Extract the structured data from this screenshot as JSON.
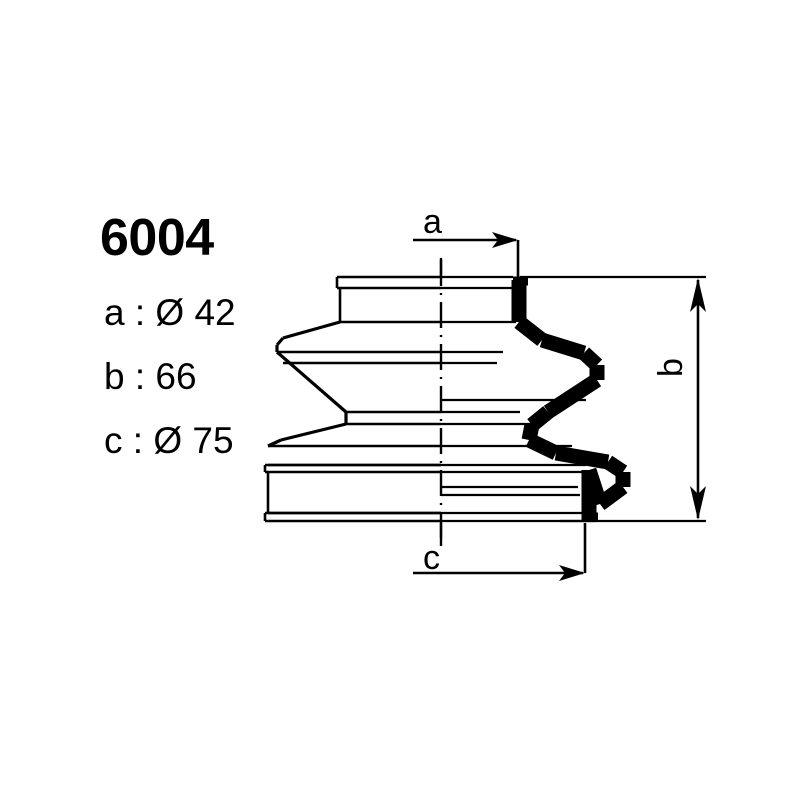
{
  "drawing": {
    "part_number": "6004",
    "specs": [
      {
        "key": "a",
        "text": "a : Ø 42",
        "symbol": "Ø",
        "value": "42"
      },
      {
        "key": "b",
        "text": "b : 66",
        "symbol": "",
        "value": "66"
      },
      {
        "key": "c",
        "text": "c : Ø 75",
        "symbol": "Ø",
        "value": "75"
      }
    ],
    "dimensions": {
      "a_label": "a",
      "b_label": "b",
      "c_label": "c"
    },
    "colors": {
      "line": "#000000",
      "background": "#ffffff",
      "section_wall": "#111111"
    }
  }
}
